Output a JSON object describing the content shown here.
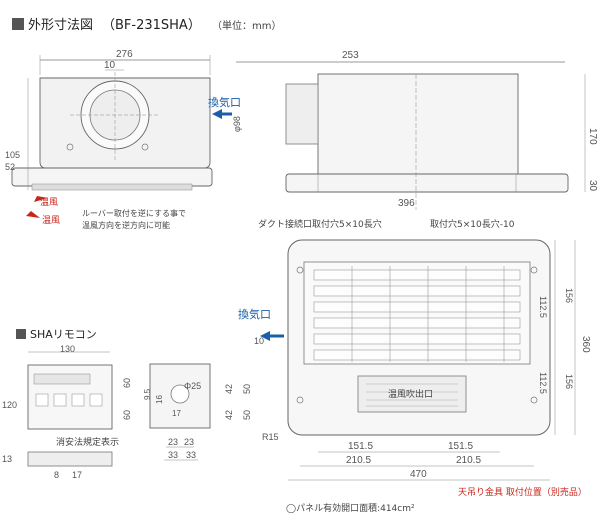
{
  "header": {
    "title": "外形寸法図",
    "model": "（BF-231SHA）",
    "unit": "（単位：mm）"
  },
  "front_view": {
    "width": "276",
    "offset": "10",
    "diameter": "φ98",
    "height_outer": "105",
    "height_inner": "52",
    "airflow_1": "温風",
    "airflow_2": "温風",
    "note_line1": "ルーバー取付を逆にする事で",
    "note_line2": "温風方向を逆方向に可能"
  },
  "side_view": {
    "width": "253",
    "height": "170",
    "bottom": "30",
    "length": "396",
    "exhaust_label": "換気口"
  },
  "bottom_view": {
    "duct_label": "ダクト接続口取付穴5×10長穴",
    "mount_label": "取付穴5×10長穴-10",
    "exhaust_label": "換気口",
    "exhaust_offset": "10",
    "outlet_label": "温風吹出口",
    "radius": "R15",
    "dim_112_5_top": "112.5",
    "dim_156_top": "156",
    "dim_360": "360",
    "dim_112_5_bottom": "112.5",
    "dim_156_bottom": "156",
    "dim_151_5_left": "151.5",
    "dim_151_5_right": "151.5",
    "dim_210_5_left": "210.5",
    "dim_210_5_right": "210.5",
    "dim_470": "470",
    "hanger_label": "天吊り金具 取付位置（別売品）",
    "panel_area": "◯パネル有効開口面積:414cm²"
  },
  "remote": {
    "title": "SHAリモコン",
    "width": "130",
    "height": "120",
    "depth": "13",
    "depth_inner": "8",
    "depth_right": "17",
    "standard_label": "消安法規定表示",
    "box_60_top": "60",
    "box_60_bottom": "60",
    "box_phi25": "Φ25",
    "box_9_5": "9.5",
    "box_16": "16",
    "box_17": "17",
    "box_42_top": "42",
    "box_42_bottom": "42",
    "box_50_top": "50",
    "box_50_bottom": "50",
    "box_23_left": "23",
    "box_23_right": "23",
    "box_33_left": "33",
    "box_33_right": "33"
  }
}
